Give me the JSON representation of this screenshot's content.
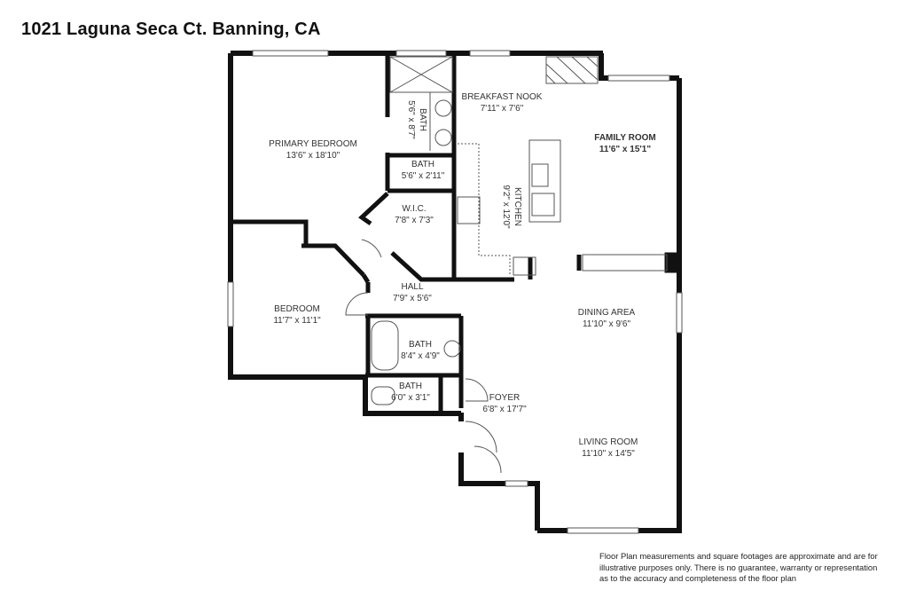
{
  "title": "1021 Laguna Seca Ct. Banning, CA",
  "rooms": [
    {
      "name": "PRIMARY BEDROOM",
      "dims": "13'6\" x 18'10\""
    },
    {
      "name": "BATH",
      "dims": "5'6\" x 8'7\""
    },
    {
      "name": "BATH",
      "dims": "5'6\" x 2'11\""
    },
    {
      "name": "W.I.C.",
      "dims": "7'8\" x 7'3\""
    },
    {
      "name": "BREAKFAST NOOK",
      "dims": "7'11\" x 7'6\""
    },
    {
      "name": "FAMILY ROOM",
      "dims": "11'6\" x 15'1\""
    },
    {
      "name": "KITCHEN",
      "dims": "9'2\" x 12'0\""
    },
    {
      "name": "BEDROOM",
      "dims": "11'7\" x 11'1\""
    },
    {
      "name": "HALL",
      "dims": "7'9\" x 5'6\""
    },
    {
      "name": "BATH",
      "dims": "8'4\" x 4'9\""
    },
    {
      "name": "BATH",
      "dims": "6'0\" x 3'1\""
    },
    {
      "name": "DINING AREA",
      "dims": "11'10\" x 9'6\""
    },
    {
      "name": "FOYER",
      "dims": "6'8\" x 17'7\""
    },
    {
      "name": "LIVING ROOM",
      "dims": "11'10\" x 14'5\""
    }
  ],
  "disclaimer": {
    "line1": "Floor Plan measurements and square footages are approximate and are for",
    "line2": "illustrative purposes only. There is no guarantee, warranty or representation",
    "line3": "as to the accuracy and completeness of the floor plan"
  },
  "colors": {
    "wall": "#111111",
    "line": "#555555",
    "background": "#ffffff"
  }
}
